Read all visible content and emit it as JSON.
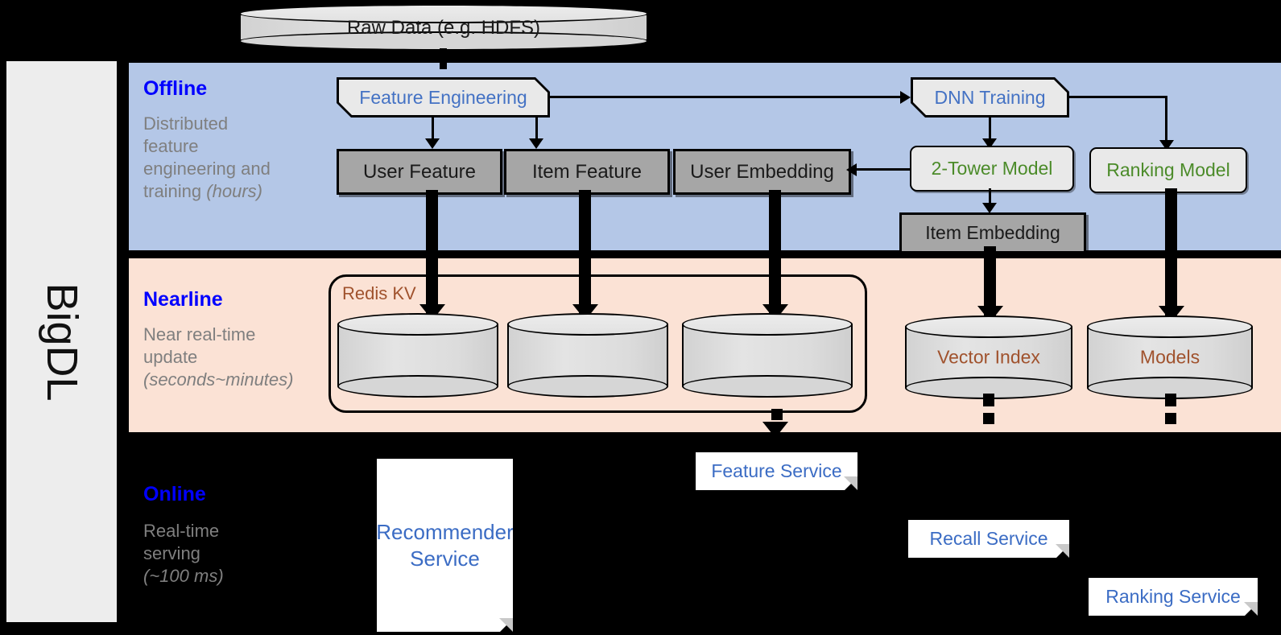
{
  "rail": {
    "label": "BigDL"
  },
  "source": {
    "label": "Raw Data (e.g. HDFS)"
  },
  "bands": {
    "offline": {
      "title": "Offline",
      "subtitle_line1": "Distributed",
      "subtitle_line2": "feature",
      "subtitle_line3": "engineering and",
      "subtitle_line4": "training ",
      "subtitle_em": "(hours)"
    },
    "nearline": {
      "title": "Nearline",
      "subtitle_line1": "Near real-time",
      "subtitle_line2": "update",
      "subtitle_em": "(seconds~minutes)"
    },
    "online": {
      "title": "Online",
      "subtitle_line1": "Real-time",
      "subtitle_line2": "serving",
      "subtitle_em": "(~100 ms)"
    }
  },
  "offline": {
    "feature_engineering": "Feature Engineering",
    "dnn_training": "DNN Training",
    "user_feature": "User Feature",
    "item_feature": "Item Feature",
    "user_embedding": "User Embedding",
    "two_tower_model": "2-Tower Model",
    "ranking_model": "Ranking Model",
    "item_embedding": "Item Embedding"
  },
  "nearline": {
    "redis_group_label": "Redis KV",
    "store_user_feature": "",
    "store_item_feature": "",
    "store_user_embedding": "",
    "vector_index": "Vector Index",
    "models": "Models"
  },
  "online": {
    "recommender_service": "Recommender\nService",
    "recommender_service_l1": "Recommender",
    "recommender_service_l2": "Service",
    "feature_service": "Feature Service",
    "recall_service": "Recall Service",
    "ranking_service": "Ranking Service"
  },
  "colors": {
    "offline_band": "#b4c7e7",
    "nearline_band": "#fbe2d5",
    "online_band": "#000000",
    "band_title": "#0000ff",
    "band_subtitle": "#7f7f7f",
    "accent_blue": "#4472c4",
    "accent_green": "#4b8b29",
    "accent_brown": "#a0522d",
    "data_box": "#a6a6a6",
    "process_box": "#e9e9e9",
    "rail": "#ededed"
  }
}
